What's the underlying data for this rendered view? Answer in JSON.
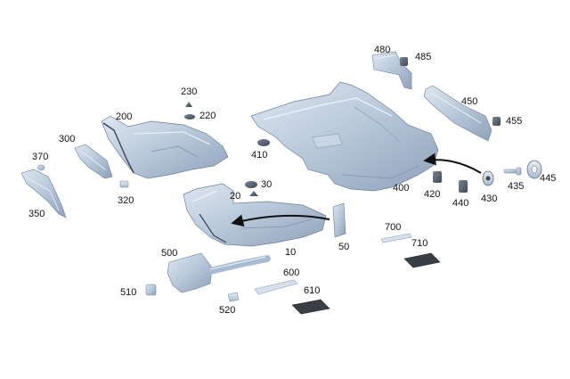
{
  "diagram": {
    "callouts": [
      "480",
      "485",
      "450",
      "455",
      "230",
      "220",
      "200",
      "300",
      "370",
      "350",
      "320",
      "410",
      "30",
      "20",
      "400",
      "420",
      "440",
      "430",
      "435",
      "445",
      "10",
      "50",
      "700",
      "710",
      "500",
      "600",
      "510",
      "520",
      "610"
    ]
  }
}
